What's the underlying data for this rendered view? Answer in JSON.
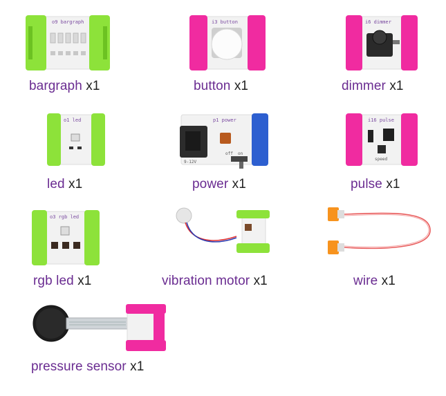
{
  "components": [
    {
      "name": "bargraph",
      "qty": "x1",
      "board_label": "o9 bargraph",
      "connector_color": "#8de23a"
    },
    {
      "name": "button",
      "qty": "x1",
      "board_label": "i3 button",
      "connector_color": "#f02ba0"
    },
    {
      "name": "dimmer",
      "qty": "x1",
      "board_label": "i6 dimmer",
      "connector_color": "#f02ba0"
    },
    {
      "name": "led",
      "qty": "x1",
      "board_label": "o1 led",
      "connector_color": "#8de23a"
    },
    {
      "name": "power",
      "qty": "x1",
      "board_label": "p1 power",
      "connector_color": "#2d5fd0",
      "switch_labels": [
        "off",
        "on"
      ],
      "voltage_label": "9-12V"
    },
    {
      "name": "pulse",
      "qty": "x1",
      "board_label": "i16 pulse",
      "connector_color": "#f02ba0",
      "knob_label": "speed"
    },
    {
      "name": "rgb led",
      "qty": "x1",
      "board_label": "o3 rgb led",
      "connector_color": "#8de23a"
    },
    {
      "name": "vibration motor",
      "qty": "x1",
      "connector_color": "#8de23a"
    },
    {
      "name": "wire",
      "qty": "x1",
      "connector_color": "#f7931e"
    },
    {
      "name": "pressure sensor",
      "qty": "x1",
      "connector_color": "#f02ba0"
    }
  ]
}
